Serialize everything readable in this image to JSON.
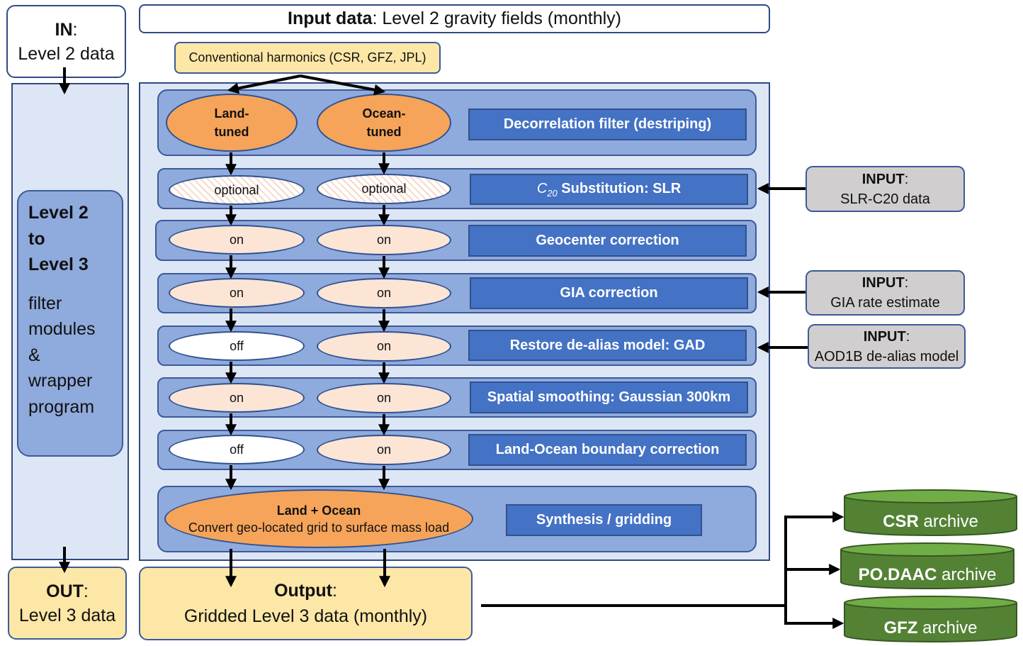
{
  "in_box": {
    "label_bold": "IN",
    "label_rest": ":",
    "sub": "Level 2 data"
  },
  "input_data": {
    "bold": "Input data",
    "rest": ": Level 2 gravity fields (monthly)"
  },
  "harmonics": "Conventional harmonics (CSR, GFZ, JPL)",
  "side": {
    "title_lines": [
      "Level 2",
      "to",
      "Level 3"
    ],
    "body_lines": [
      "filter",
      "modules",
      "&",
      "wrapper",
      "program"
    ]
  },
  "branches": {
    "land": [
      "Land-",
      "tuned"
    ],
    "ocean": [
      "Ocean-",
      "tuned"
    ]
  },
  "modules": {
    "decorrelation": "Decorrelation filter (destriping)",
    "c20_sub": "20",
    "c20_main": "C",
    "c20_rest": " Substitution: SLR",
    "geocenter": "Geocenter correction",
    "gia": "GIA correction",
    "gad": "Restore de-alias model: GAD",
    "smoothing": "Spatial smoothing: Gaussian 300km",
    "boundary": "Land-Ocean boundary correction",
    "synthesis": "Synthesis / gridding"
  },
  "states": {
    "c20": [
      "optional",
      "optional"
    ],
    "geocenter": [
      "on",
      "on"
    ],
    "gia": [
      "on",
      "on"
    ],
    "gad": [
      "off",
      "on"
    ],
    "smoothing": [
      "on",
      "on"
    ],
    "boundary": [
      "off",
      "on"
    ]
  },
  "land_ocean": {
    "title": "Land + Ocean",
    "sub": "Convert geo-located grid to surface mass load"
  },
  "inputs": [
    {
      "bold": "INPUT",
      "rest": ":",
      "sub": "SLR-C20 data"
    },
    {
      "bold": "INPUT",
      "rest": ":",
      "sub": "GIA rate estimate"
    },
    {
      "bold": "INPUT",
      "rest": ":",
      "sub": "AOD1B de-alias model"
    }
  ],
  "out_box": {
    "label_bold": "OUT",
    "label_rest": ":",
    "sub": "Level 3 data"
  },
  "output": {
    "bold": "Output",
    "rest": ":",
    "sub": "Gridded Level 3 data (monthly)"
  },
  "archives": [
    {
      "bold": "CSR",
      "rest": " archive"
    },
    {
      "bold": "PO.DAAC",
      "rest": " archive"
    },
    {
      "bold": "GFZ",
      "rest": " archive"
    }
  ],
  "colors": {
    "module": "#4472c4",
    "row": "#8faadc",
    "panel": "#dde6f4",
    "oval_big": "#f6a45a",
    "oval_on": "#fde5d6",
    "input": "#d0cece",
    "cream": "#fde7a6",
    "archive": "#548235"
  }
}
